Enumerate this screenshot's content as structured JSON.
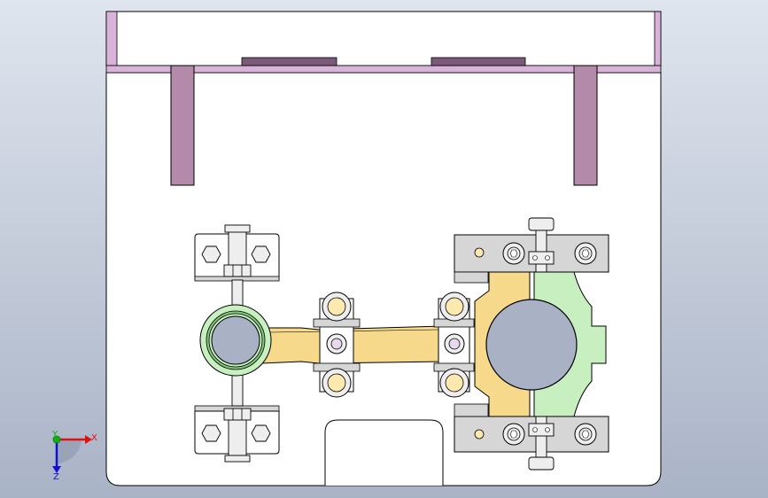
{
  "viewport": {
    "background_top": "#dfe5ee",
    "background_bottom": "#a9b3c6"
  },
  "colors": {
    "plate_fill": "#ffffff",
    "outline": "#000000",
    "pink_edge": "#d9b3d9",
    "mauve_post": "#b48aab",
    "dark_slot": "#7a5a78",
    "gray_block": "#d6d6d6",
    "yellow_part": "#f7d98b",
    "yellow_light": "#fbe9b0",
    "green_part": "#c8efc0",
    "green_dark": "#7fc87a",
    "steel": "#a8b2c4",
    "hardware": "#eeeeee",
    "axis_x": "#e01010",
    "axis_y": "#10b010",
    "axis_z": "#1010d0"
  },
  "triad": {
    "x_label": "X",
    "y_label": "Y",
    "z_label": "Z"
  }
}
